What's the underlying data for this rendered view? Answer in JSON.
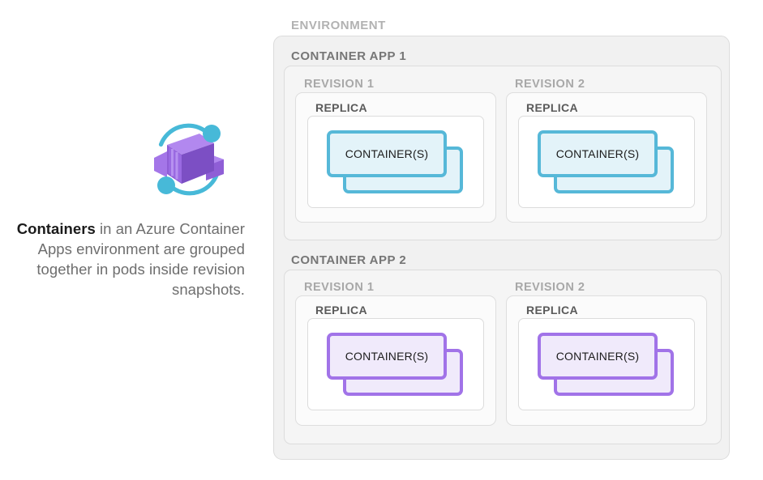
{
  "caption": {
    "strong": "Containers",
    "rest": " in an Azure Container Apps environment are grouped together in pods inside revision snapshots."
  },
  "icon": {
    "name": "azure-container-apps-icon",
    "box_color": "#9a62e0",
    "box_light": "#b184ec",
    "box_dark": "#7c4fc4",
    "arc_color": "#47b9d8"
  },
  "diagram": {
    "environment_label": "ENVIRONMENT",
    "container_label": "CONTAINER(S)",
    "replica_label": "REPLICA",
    "colors": {
      "environment_fill": "#f1f1f1",
      "app_fill": "#f5f5f5",
      "revision_fill": "#fbfbfb",
      "replica_fill": "#ffffff",
      "border": "#dcdcdc",
      "cyan_border": "#56b8d8",
      "cyan_fill": "#e3f3f9",
      "purple_border": "#a173e8",
      "purple_fill": "#f0eafb"
    },
    "apps": [
      {
        "label": "CONTAINER APP 1",
        "accent": "cyan",
        "revisions": [
          {
            "label": "REVISION 1",
            "replica_label": "REPLICA",
            "container_label": "CONTAINER(S)",
            "container_count": 2
          },
          {
            "label": "REVISION 2",
            "replica_label": "REPLICA",
            "container_label": "CONTAINER(S)",
            "container_count": 2
          }
        ]
      },
      {
        "label": "CONTAINER APP 2",
        "accent": "purple",
        "revisions": [
          {
            "label": "REVISION 1",
            "replica_label": "REPLICA",
            "container_label": "CONTAINER(S)",
            "container_count": 2
          },
          {
            "label": "REVISION 2",
            "replica_label": "REPLICA",
            "container_label": "CONTAINER(S)",
            "container_count": 2
          }
        ]
      }
    ]
  }
}
